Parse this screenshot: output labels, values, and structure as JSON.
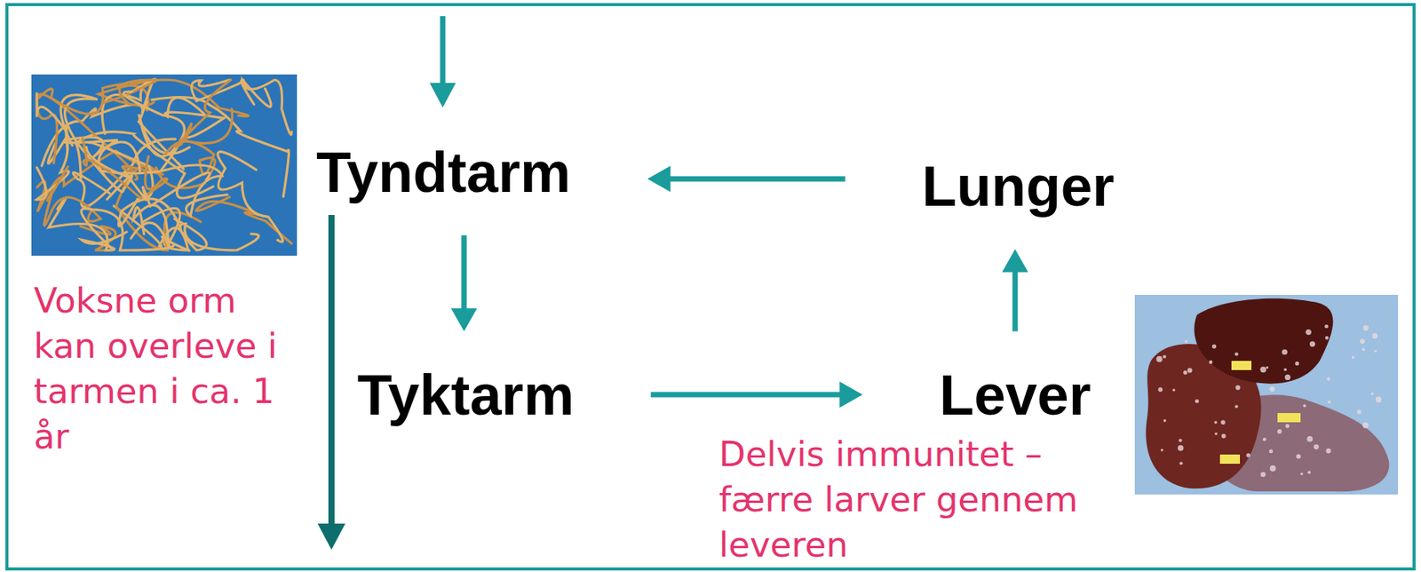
{
  "diagram": {
    "nodes": [
      {
        "text": [
          "Tyndtarm"
        ]
      },
      {
        "text": [
          "Lunger"
        ]
      },
      {
        "text": [
          "Tyktarm"
        ]
      },
      {
        "text": [
          "Lever"
        ]
      }
    ],
    "edges": [
      {
        "from": 1,
        "to": 0,
        "arrow": "to"
      },
      {
        "from": 0,
        "to": 2,
        "arrow": "to"
      },
      {
        "from": 2,
        "to": 3,
        "arrow": "to"
      },
      {
        "from": 3,
        "to": 1,
        "arrow": "to"
      }
    ],
    "labels": [
      "Voksne orm kan overleve i tarmen i ca. 1 år",
      "Delvis immunitet – færre larver gennem leveren"
    ]
  }
}
